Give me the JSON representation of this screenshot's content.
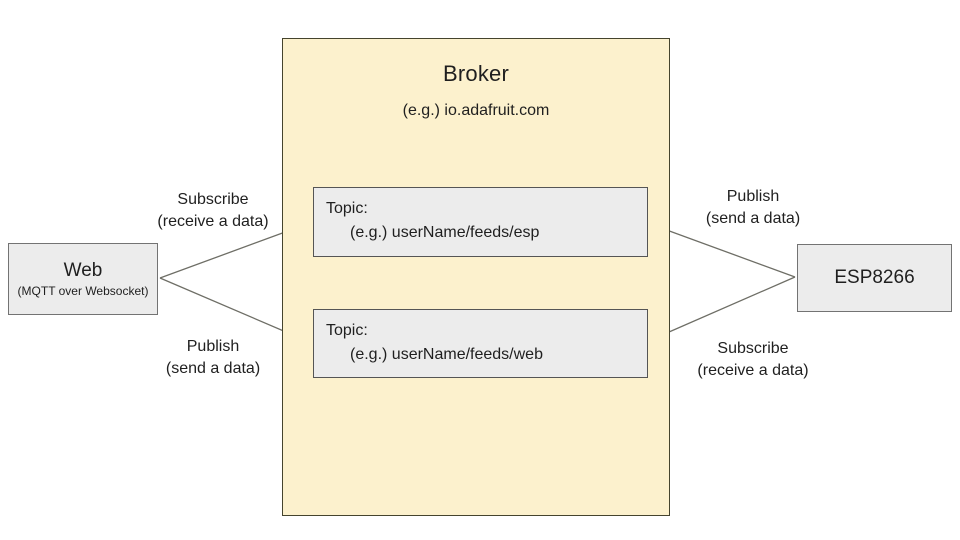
{
  "diagram": {
    "broker": {
      "title": "Broker",
      "subtitle": "(e.g.) io.adafruit.com",
      "topics": [
        {
          "label": "Topic:",
          "example": "(e.g.) userName/feeds/esp"
        },
        {
          "label": "Topic:",
          "example": "(e.g.) userName/feeds/web"
        }
      ]
    },
    "web_node": {
      "title": "Web",
      "subtitle": "(MQTT over Websocket)"
    },
    "esp_node": {
      "title": "ESP8266"
    },
    "edges": {
      "web_subscribe": {
        "line1": "Subscribe",
        "line2": "(receive a data)"
      },
      "web_publish": {
        "line1": "Publish",
        "line2": "(send a data)"
      },
      "esp_publish": {
        "line1": "Publish",
        "line2": "(send a data)"
      },
      "esp_subscribe": {
        "line1": "Subscribe",
        "line2": "(receive a data)"
      }
    },
    "colors": {
      "broker_fill": "#fcf1cd",
      "broker_border": "#45442e",
      "node_fill": "#ececec",
      "node_border": "#555555",
      "arrow": "#6e6e66",
      "text": "#1f1f1f",
      "background": "#ffffff"
    }
  }
}
